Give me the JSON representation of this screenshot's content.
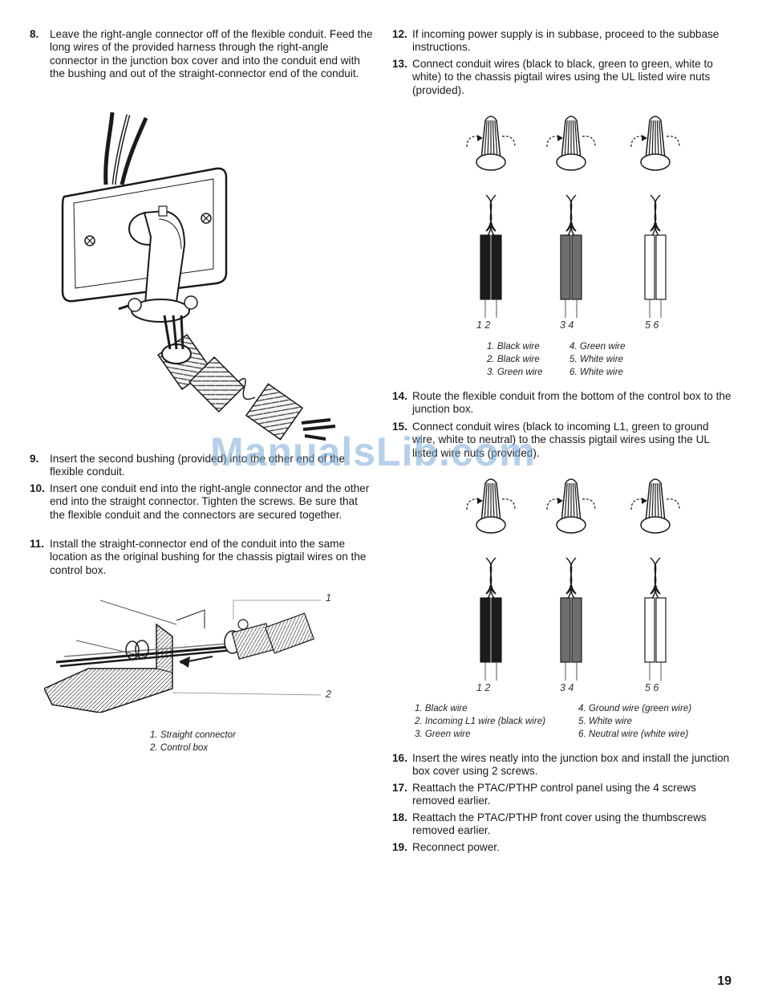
{
  "left_column": {
    "step8": {
      "num": "8.",
      "text": "Leave the right-angle connector off of the flexible conduit. Feed the long wires of the provided harness through the right-angle connector in the junction box cover and into the conduit end with the bushing and out of the straight-connector end of the conduit."
    },
    "step9": {
      "num": "9.",
      "text": "Insert the second bushing (provided) into the other end of the flexible conduit."
    },
    "step10": {
      "num": "10.",
      "text": "Insert one conduit end into the right-angle connector and the other end into the straight connector. Tighten the screws. Be sure that the flexible conduit and the connectors are secured together."
    },
    "step11": {
      "num": "11.",
      "text": "Install the straight-connector end of the conduit into the same location as the original bushing for the chassis pigtail wires on the control box."
    },
    "figure2": {
      "callouts": [
        "1",
        "2"
      ],
      "captions": [
        "1. Straight connector",
        "2. Control box"
      ]
    }
  },
  "right_column": {
    "step12": {
      "num": "12.",
      "text": "If incoming power supply is in subbase, proceed to the subbase instructions."
    },
    "step13": {
      "num": "13.",
      "text": "Connect conduit wires (black to black, green to green, white to white) to the chassis pigtail wires using the UL listed wire nuts (provided)."
    },
    "figure3": {
      "wire_numbers": [
        "1 2",
        "3 4",
        "5 6"
      ],
      "legend_left": [
        "1. Black wire",
        "2. Black wire",
        "3. Green wire"
      ],
      "legend_right": [
        "4. Green wire",
        "5. White wire",
        "6. White wire"
      ]
    },
    "step14": {
      "num": "14.",
      "text": "Route the flexible conduit from the bottom of the control box to the junction box."
    },
    "step15": {
      "num": "15.",
      "text": "Connect conduit wires (black to incoming L1, green to ground wire, white to neutral) to the chassis pigtail wires using the UL listed wire nuts (provided)."
    },
    "figure4": {
      "wire_numbers": [
        "1 2",
        "3 4",
        "5 6"
      ],
      "legend_left": [
        "1. Black wire",
        "2. Incoming L1 wire (black wire)",
        "3. Green wire"
      ],
      "legend_right": [
        "4. Ground wire (green wire)",
        "5. White wire",
        "6. Neutral wire (white wire)"
      ]
    },
    "step16": {
      "num": "16.",
      "text": "Insert the wires neatly into the junction box and install the junction box cover using 2 screws."
    },
    "step17": {
      "num": "17.",
      "text": "Reattach the PTAC/PTHP control panel using the 4 screws removed earlier."
    },
    "step18": {
      "num": "18.",
      "text": "Reattach the PTAC/PTHP front cover using the thumbscrews removed earlier."
    },
    "step19": {
      "num": "19.",
      "text": "Reconnect power."
    }
  },
  "watermark": "ManualsLib.com",
  "page_number": "19",
  "colors": {
    "black_wire": "#1c1c1c",
    "green_wire": "#6e6e6e",
    "white_wire": "#ffffff",
    "watermark": "#78aad7"
  }
}
